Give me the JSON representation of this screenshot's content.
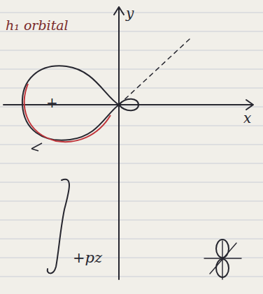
{
  "diagram": {
    "labels": [
      "h₁ orbital",
      "y",
      "x",
      "+",
      "+pz"
    ]
  }
}
